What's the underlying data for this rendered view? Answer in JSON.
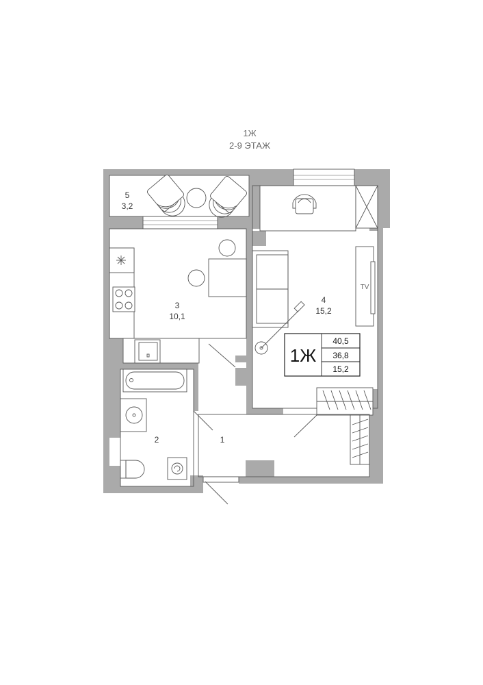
{
  "header": {
    "type_label": "1Ж",
    "floors_label": "2-9 ЭТАЖ"
  },
  "rooms": [
    {
      "number": "1",
      "area": ""
    },
    {
      "number": "2",
      "area": ""
    },
    {
      "number": "3",
      "area": "10,1"
    },
    {
      "number": "4",
      "area": "15,2"
    },
    {
      "number": "5",
      "area": "3,2"
    }
  ],
  "summary": {
    "type": "1Ж",
    "total_area": "40,5",
    "living_area": "36,8",
    "room_area": "15,2"
  },
  "labels": {
    "tv": "TV"
  },
  "colors": {
    "wall": "#aaaaaa",
    "line": "#555555"
  }
}
